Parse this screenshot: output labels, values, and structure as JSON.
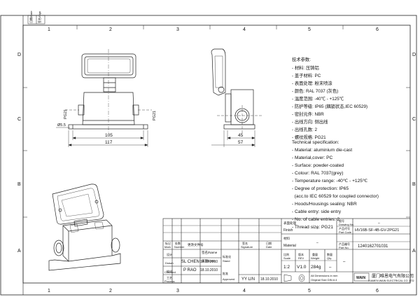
{
  "sheet": {
    "zone_numbers_top": [
      "1",
      "2",
      "3",
      "4",
      "5",
      "6"
    ],
    "zone_numbers_bottom": [
      "1",
      "2",
      "3",
      "4",
      "5",
      "6"
    ],
    "zone_letters": [
      "D",
      "C",
      "B",
      "A"
    ],
    "side_labels": [
      "日期/Date",
      "签名/Sign",
      "Prep.Date"
    ]
  },
  "dimensions": {
    "front_width_inner": "105",
    "front_width_outer": "117",
    "hole_dia": "Ø5.5",
    "thread_left": "PG21",
    "thread_right": "PG21",
    "side_depth_inner": "45",
    "side_depth_outer": "57"
  },
  "tech_cn": {
    "title": "技术参数:",
    "lines": [
      "- 材料: 压铸铝",
      "- 盖子材料: PC",
      "- 表面处理: 粉末喷涂",
      "- 颜色: RAL 7037 (灰色)",
      "- 温度范围: -40℃ - +125℃",
      "- 防护等级: IP65 (耦锁状态,IEC 60529)",
      "- 密封元件: NBR",
      "- 出线方向: 侧出线",
      "- 出线孔数: 2",
      "- 螺纹规格: PG21"
    ]
  },
  "tech_en": {
    "title": "Technical specification:",
    "lines": [
      "- Material: aluminium die-cast",
      "- Material,cover: PC",
      "- Surface: powder-coated",
      "- Colour: RAL 7037(grey)",
      "- Temperature range: -40℃ - +125℃",
      "- Degree of protection: IP65",
      "  (acc.to IEC 60529 for coupled connector)",
      "- Hoods/Housings sealing: NBR",
      "- Cable entry: side entry",
      "- No. of cable entries: 2",
      "- Thread size: PG21"
    ]
  },
  "title_block": {
    "finish_label": "表面处理",
    "finish_label_en": "Finish",
    "finish_value": "–",
    "material_label": "材料",
    "material_label_en": "Material",
    "material_value": "–",
    "drawing_no_label": "图号",
    "drawing_no_label_en": "Drawing No.",
    "drawing_no_value": "–",
    "part_code_label": "产品代号",
    "part_code_label_en": "Part Code",
    "part_code_value": "HV16B-SF-4B-GV-2PG21",
    "part_no_label": "产品编号",
    "part_no_label_en": "Part No.",
    "part_no_value": "1240162701031",
    "mark_label": "标记",
    "mark_label_en": "Mark",
    "number_label": "处数",
    "number_label_en": "Number",
    "change_doc_label": "更改文件号",
    "signature_label": "签名",
    "signature_label_en": "Signature",
    "date_label": "日期",
    "date_label_en": "Date",
    "name_label": "签名/Name",
    "date2_label": "日期/Date",
    "drawn_label": "设计",
    "drawn_label_en": "Drawn",
    "drawn_name": "SL CHEN",
    "drawn_date": "18.10.2010",
    "checked_label": "校对",
    "checked_label_en": "Checked",
    "checked_name": "P RAO",
    "checked_date": "18.10.2010",
    "process_label": "工艺",
    "process_label_en": "Process",
    "std_label": "标准化",
    "std_label_en": "Stand",
    "approved_label": "批准",
    "approved_label_en": "Approved",
    "approved_name": "YY LIN",
    "approved_date": "18.10.2010",
    "scale_label": "比例",
    "scale_label_en": "Scale",
    "scale_value": "1:2",
    "rev_label": "版本",
    "rev_label_en": "REV",
    "rev_value": "V1.0",
    "weight_label": "重量",
    "weight_label_en": "Weight",
    "weight_value": "284g",
    "qty_label": "数量",
    "qty_label_en": "Qty.",
    "qty_value": "–",
    "units_note_1": "All Dimensions in mm",
    "units_note_2": "Original Size DIN A 4",
    "company_cn": "厦门唯恩电气有限公司",
    "company_en": "XIAMEN WAIN ELECTRICAL CO.,LTD",
    "logo_text": "WAIN"
  }
}
